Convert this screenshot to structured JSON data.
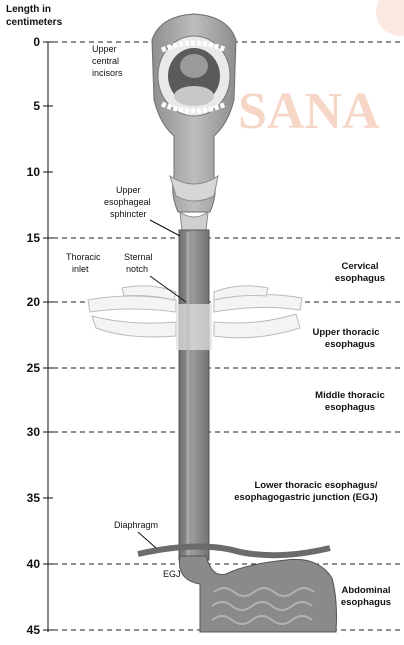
{
  "axis": {
    "title_line1": "Length in",
    "title_line2": "centimeters",
    "ticks": [
      "0",
      "5",
      "10",
      "15",
      "20",
      "25",
      "30",
      "35",
      "40",
      "45"
    ]
  },
  "labels": {
    "upper_incisors": [
      "Upper",
      "central",
      "incisors"
    ],
    "upper_sphincter": [
      "Upper",
      "esophageal",
      "sphincter"
    ],
    "thoracic_inlet": [
      "Thoracic",
      "inlet"
    ],
    "sternal_notch": [
      "Sternal",
      "notch"
    ],
    "diaphragm": "Diaphragm",
    "egj": "EGJ",
    "watermark": "SANA"
  },
  "regions": {
    "cervical": [
      "Cervical",
      "esophagus"
    ],
    "upper_thoracic": [
      "Upper thoracic",
      "esophagus"
    ],
    "middle_thoracic": [
      "Middle thoracic",
      "esophagus"
    ],
    "lower_thoracic": [
      "Lower thoracic esophagus/",
      "esophagogastric junction (EGJ)"
    ],
    "abdominal": [
      "Abdominal",
      "esophagus"
    ]
  },
  "colors": {
    "esophagus": "#7d7d7d",
    "head": "#a9a9a9",
    "stomach": "#8a8a8a",
    "watermark": "#f3c9b4"
  }
}
